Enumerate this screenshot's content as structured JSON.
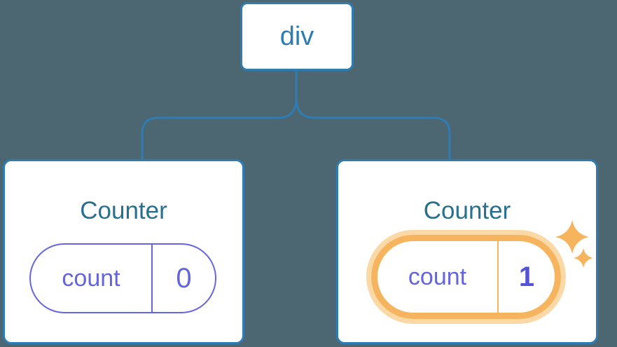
{
  "diagram": {
    "description": "React component tree: a div root with two Counter children; second Counter's state was updated",
    "root": {
      "label": "div"
    },
    "children": [
      {
        "title": "Counter",
        "state": {
          "key": "count",
          "value": "0"
        },
        "highlighted": false
      },
      {
        "title": "Counter",
        "state": {
          "key": "count",
          "value": "1"
        },
        "highlighted": true
      }
    ]
  },
  "icons": {
    "sparkles": "two four-pointed sparkle stars marking the updated state pill"
  },
  "colors": {
    "background": "#4c6771",
    "node_border_blue": "#2e7cb2",
    "title_blue": "#27708f",
    "state_purple": "#6565dd",
    "state_value_purple": "#5454d4",
    "highlight_orange": "#f6b45f",
    "highlight_halo": "#fbd9a6",
    "node_background": "#ffffff"
  }
}
